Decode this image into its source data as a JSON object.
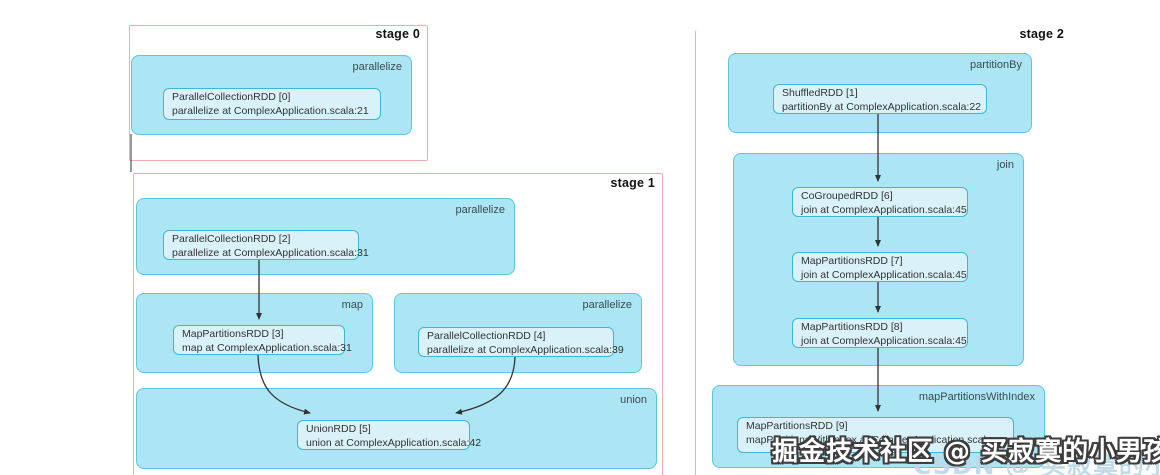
{
  "stages": [
    {
      "label": "stage 0",
      "clusters": [
        {
          "label": "parallelize",
          "nodes": [
            {
              "title": "ParallelCollectionRDD [0]",
              "subtitle": "parallelize at ComplexApplication.scala:21"
            }
          ]
        }
      ]
    },
    {
      "label": "stage 1",
      "clusters": [
        {
          "label": "parallelize",
          "nodes": [
            {
              "title": "ParallelCollectionRDD [2]",
              "subtitle": "parallelize at ComplexApplication.scala:31"
            }
          ]
        },
        {
          "label": "map",
          "nodes": [
            {
              "title": "MapPartitionsRDD [3]",
              "subtitle": "map at ComplexApplication.scala:31"
            }
          ]
        },
        {
          "label": "parallelize",
          "nodes": [
            {
              "title": "ParallelCollectionRDD [4]",
              "subtitle": "parallelize at ComplexApplication.scala:39"
            }
          ]
        },
        {
          "label": "union",
          "nodes": [
            {
              "title": "UnionRDD [5]",
              "subtitle": "union at ComplexApplication.scala:42"
            }
          ]
        }
      ]
    },
    {
      "label": "stage 2",
      "clusters": [
        {
          "label": "partitionBy",
          "nodes": [
            {
              "title": "ShuffledRDD [1]",
              "subtitle": "partitionBy at ComplexApplication.scala:22"
            }
          ]
        },
        {
          "label": "join",
          "nodes": [
            {
              "title": "CoGroupedRDD [6]",
              "subtitle": "join at ComplexApplication.scala:45"
            },
            {
              "title": "MapPartitionsRDD [7]",
              "subtitle": "join at ComplexApplication.scala:45"
            },
            {
              "title": "MapPartitionsRDD [8]",
              "subtitle": "join at ComplexApplication.scala:45"
            }
          ]
        },
        {
          "label": "mapPartitionsWithIndex",
          "nodes": [
            {
              "title": "MapPartitionsRDD [9]",
              "subtitle": "mapPartitionsWithIndex at ComplexApplication.scala:"
            }
          ]
        }
      ]
    }
  ],
  "watermarks": {
    "primary": "掘金技术社区 @ 买寂寞的小男孩",
    "secondary": "CSDN @ 买寂寞的小男孩"
  },
  "colors": {
    "stage_border": "#f2abb0",
    "cluster_fill": "#ace6f4",
    "cluster_border": "#5ec6da",
    "node_fill": "#d9f2fa",
    "node_border": "#3cb8d4",
    "arrow": "#333333"
  }
}
